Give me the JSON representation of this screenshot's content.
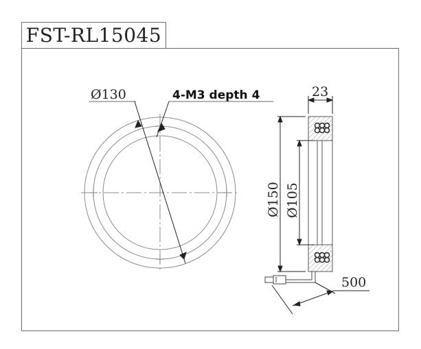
{
  "title": "FST-RL15045",
  "front_view": {
    "dia_outer_label": "Ø130",
    "thread_label": "4-M3 depth 4"
  },
  "side_view": {
    "width_label": "23",
    "dia_150_label": "Ø150",
    "dia_105_label": "Ø105",
    "cable_label": "500"
  }
}
